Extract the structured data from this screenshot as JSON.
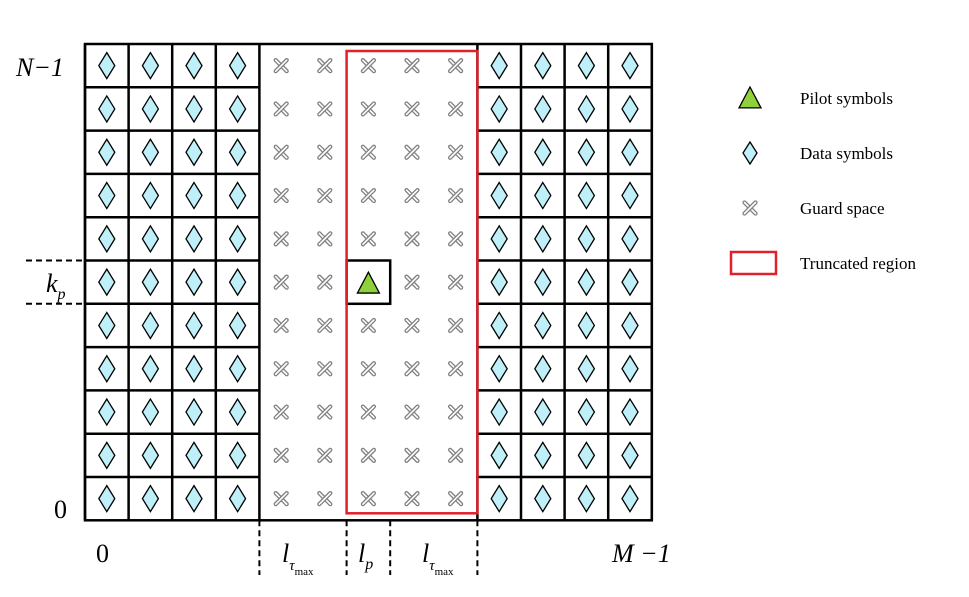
{
  "grid": {
    "cols": 13,
    "rows": 11,
    "col_kinds": [
      "data",
      "data",
      "data",
      "data",
      "guard",
      "guard",
      "guard",
      "guard",
      "guard",
      "data",
      "data",
      "data",
      "data"
    ],
    "pilot": {
      "col": 6,
      "row_from_bottom": 5
    },
    "truncated_cols": [
      6,
      8
    ]
  },
  "axis": {
    "y_top": "N−1",
    "y_bottom": "0",
    "y_pilot_var": "k",
    "y_pilot_sub": "p",
    "x_left": "0",
    "x_right": "M −1",
    "x_seg1_var": "l",
    "x_seg1_sub": "τ",
    "x_seg1_subsub": "max",
    "x_seg2_var": "l",
    "x_seg2_sub": "p",
    "x_seg3_var": "l",
    "x_seg3_sub": "τ",
    "x_seg3_subsub": "max"
  },
  "legend": {
    "items": [
      {
        "symbol": "triangle",
        "label": "Pilot symbols"
      },
      {
        "symbol": "diamond",
        "label": "Data symbols"
      },
      {
        "symbol": "cross",
        "label": "Guard space"
      },
      {
        "symbol": "rect",
        "label": "Truncated region"
      }
    ]
  },
  "colors": {
    "diamond_fill": "#BFF0F9",
    "pilot_fill": "#8FD13A",
    "truncated_stroke": "#E0202A",
    "line": "#000000",
    "cross": "#808080"
  }
}
